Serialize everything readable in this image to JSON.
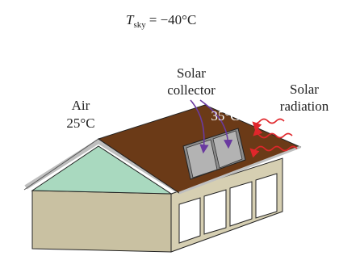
{
  "sky_temperature": {
    "symbol": "T",
    "subscript": "sky",
    "value": "= −40°C"
  },
  "labels": {
    "air_name": "Air",
    "air_temperature": "25°C",
    "collector_line1": "Solar",
    "collector_line2": "collector",
    "collector_temperature": "35°C",
    "radiation_line1": "Solar",
    "radiation_line2": "radiation"
  },
  "colors": {
    "roof": "#6b3a17",
    "wall": "#d6cfb2",
    "wall_side": "#c9c1a2",
    "gable": "#a9d9bf",
    "trim": "#bfbfbf",
    "collector_panel": "#a3a3a3",
    "arrow_purple": "#6a3aa0",
    "arrow_red": "#e0262b",
    "outline": "#222222"
  }
}
